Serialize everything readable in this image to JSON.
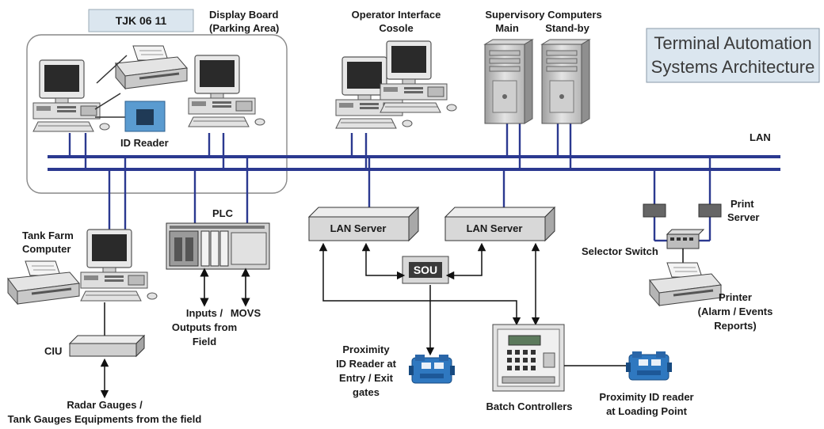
{
  "title": {
    "line1": "Terminal Automation",
    "line2": "Systems Architecture"
  },
  "display_board_tag": "TJK 06 11",
  "labels": {
    "display_board": [
      "Display Board",
      "(Parking Area)"
    ],
    "operator_console": [
      "Operator Interface",
      "Cosole"
    ],
    "supervisory": [
      "Supervisory Computers",
      "Main",
      "Stand-by"
    ],
    "lan": "LAN",
    "id_reader": "ID Reader",
    "print_server": [
      "Print",
      "Server"
    ],
    "plc": "PLC",
    "tank_farm": [
      "Tank Farm",
      "Computer"
    ],
    "lan_server_1": "LAN Server",
    "lan_server_2": "LAN Server",
    "sou": "SOU",
    "selector_switch": "Selector Switch",
    "printer": [
      "Printer",
      "(Alarm / Events",
      "Reports)"
    ],
    "inputs_outputs": [
      "Inputs /",
      "Outputs from",
      "Field"
    ],
    "movs": "MOVS",
    "ciu": "CIU",
    "proximity_entry": [
      "Proximity",
      "ID Reader at",
      "Entry / Exit",
      "gates"
    ],
    "batch_controllers": "Batch Controllers",
    "proximity_loading": [
      "Proximity ID reader",
      "at Loading Point"
    ],
    "radar_gauges": [
      "Radar Gauges /",
      "Tank Gauges Equipments from the field"
    ]
  },
  "colors": {
    "network": "#2b3990",
    "title_box": "#dbe6ef",
    "tag_box": "#dbe6ef",
    "sou_box": "#3a3a3a",
    "server_box": "#d6d6d6",
    "reader_blue": "#2f78c0"
  },
  "icons": [
    "workstation-icon",
    "dot-matrix-printer-icon",
    "plc-rack-icon",
    "tower-server-icon",
    "switch-icon",
    "proximity-reader-icon",
    "batch-controller-icon",
    "id-reader-chip-icon"
  ]
}
